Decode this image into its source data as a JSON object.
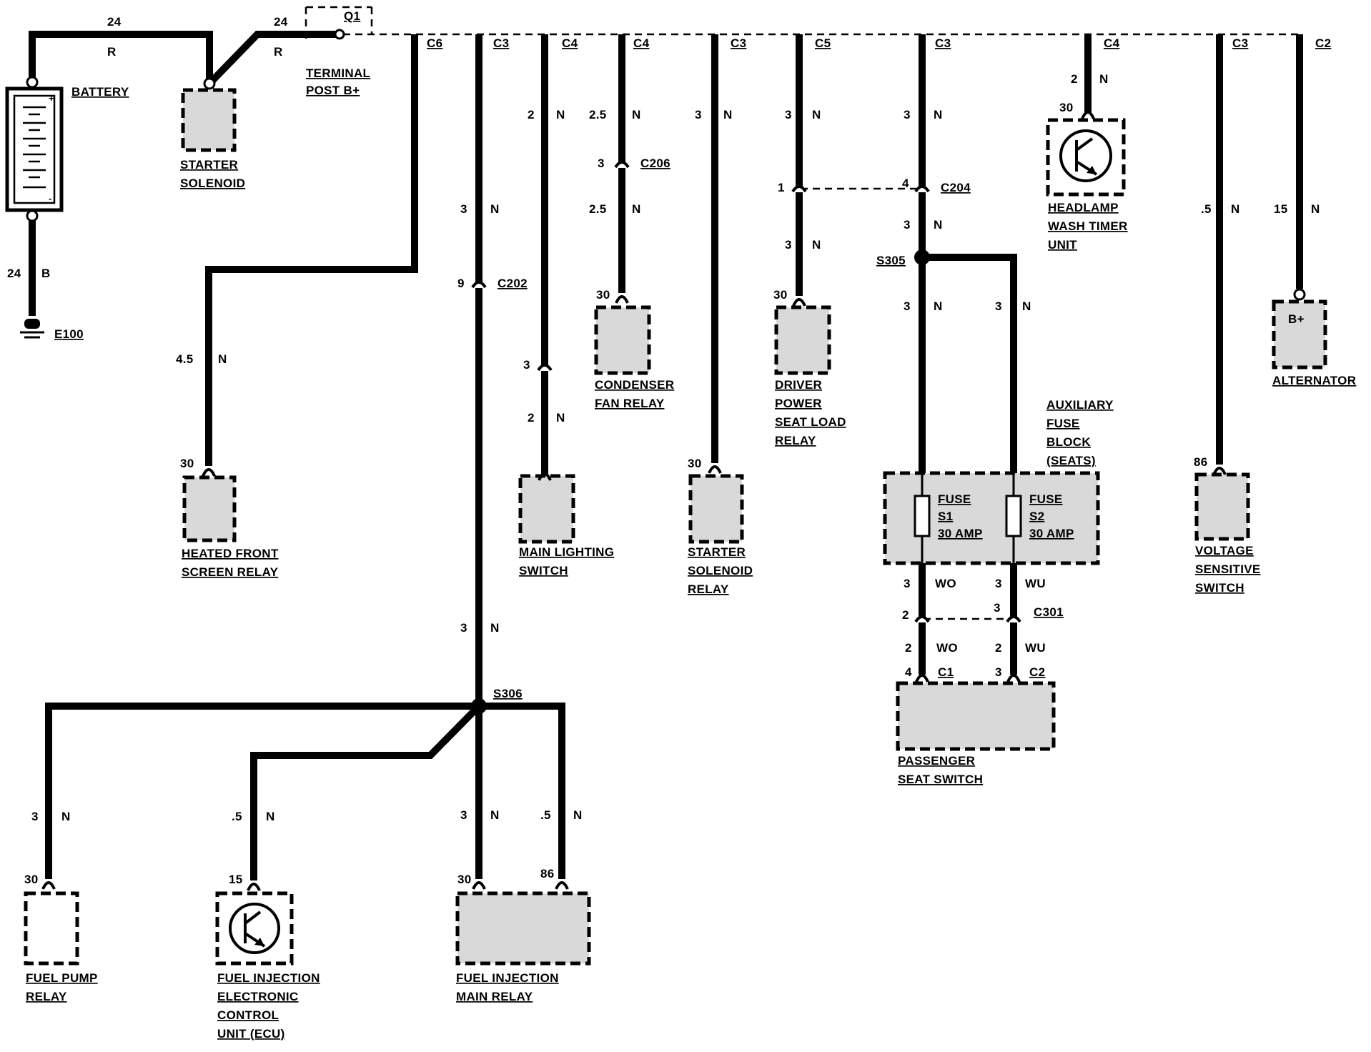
{
  "supply": {
    "battery_gauge": "24",
    "battery_color": "R",
    "b_plus_gauge": "24",
    "b_plus_color": "R",
    "ground_gauge": "24",
    "ground_color": "B",
    "ground_ref": "E100",
    "terminal_ref": "Q1"
  },
  "connectors": {
    "c6": "C6",
    "c3a": "C3",
    "c4a": "C4",
    "c4b": "C4",
    "c3b": "C3",
    "c5": "C5",
    "c3c": "C3",
    "c4c": "C4",
    "c3d": "C3",
    "c2": "C2",
    "c206": "C206",
    "c206_pin": "3",
    "c202": "C202",
    "c202_pin": "9",
    "c204": "C204",
    "c204_pin_left": "1",
    "c204_pin_right": "4",
    "c301": "C301",
    "c301_pin_left": "2",
    "c301_pin_right": "3",
    "ml_inline_pin": "3",
    "seat_c1": "C1",
    "seat_c1_pin": "4",
    "seat_c2": "C2",
    "seat_c2_pin": "3"
  },
  "splices": {
    "s305": "S305",
    "s306": "S306"
  },
  "components": {
    "battery": "BATTERY",
    "starter_solenoid": [
      "STARTER",
      "SOLENOID"
    ],
    "terminal_post": [
      "TERMINAL",
      "POST B+"
    ],
    "heated_front_screen_relay": [
      "HEATED FRONT",
      "SCREEN RELAY"
    ],
    "main_lighting_switch": [
      "MAIN LIGHTING",
      "SWITCH"
    ],
    "condenser_fan_relay": [
      "CONDENSER",
      "FAN RELAY"
    ],
    "starter_solenoid_relay": [
      "STARTER",
      "SOLENOID",
      "RELAY"
    ],
    "driver_power_seat_load_relay": [
      "DRIVER",
      "POWER",
      "SEAT LOAD",
      "RELAY"
    ],
    "headlamp_wash_timer_unit": [
      "HEADLAMP",
      "WASH TIMER",
      "UNIT"
    ],
    "auxiliary_fuse_block": [
      "AUXILIARY",
      "FUSE",
      "BLOCK",
      "(SEATS)"
    ],
    "fuse_s1": [
      "FUSE",
      "S1",
      "30 AMP"
    ],
    "fuse_s2": [
      "FUSE",
      "S2",
      "30 AMP"
    ],
    "passenger_seat_switch": [
      "PASSENGER",
      "SEAT SWITCH"
    ],
    "voltage_sensitive_switch": [
      "VOLTAGE",
      "SENSITIVE",
      "SWITCH"
    ],
    "alternator": "ALTERNATOR",
    "alternator_terminal": "B+",
    "fuel_pump_relay": [
      "FUEL PUMP",
      "RELAY"
    ],
    "fuel_injection_ecu": [
      "FUEL INJECTION",
      "ELECTRONIC",
      "CONTROL",
      "UNIT (ECU)"
    ],
    "fuel_injection_main_relay": [
      "FUEL INJECTION",
      "MAIN RELAY"
    ]
  },
  "pins": {
    "heated_front_screen": "30",
    "condenser_fan": "30",
    "starter_solenoid_relay": "30",
    "driver_power_seat": "30",
    "headlamp_wash": "30",
    "voltage_sensitive": "86",
    "fuel_pump": "30",
    "ecu": "15",
    "main_relay_a": "30",
    "main_relay_b": "86"
  },
  "wires": {
    "heated_front": {
      "gauge": "4.5",
      "color": "N"
    },
    "fuel_inj_trunk_upper": {
      "gauge": "3",
      "color": "N"
    },
    "fuel_inj_trunk_lower": {
      "gauge": "3",
      "color": "N"
    },
    "main_lighting_upper": {
      "gauge": "2",
      "color": "N"
    },
    "main_lighting_lower": {
      "gauge": "2",
      "color": "N"
    },
    "condenser_upper": {
      "gauge": "2.5",
      "color": "N"
    },
    "condenser_lower": {
      "gauge": "2.5",
      "color": "N"
    },
    "starter_relay": {
      "gauge": "3",
      "color": "N"
    },
    "driver_seat_upper": {
      "gauge": "3",
      "color": "N"
    },
    "driver_seat_lower": {
      "gauge": "3",
      "color": "N"
    },
    "aux_upper": {
      "gauge": "3",
      "color": "N"
    },
    "aux_mid": {
      "gauge": "3",
      "color": "N"
    },
    "aux_left": {
      "gauge": "3",
      "color": "N"
    },
    "aux_right": {
      "gauge": "3",
      "color": "N"
    },
    "fuse_s1_out": {
      "gauge": "3",
      "color": "WO"
    },
    "fuse_s2_out": {
      "gauge": "3",
      "color": "WU"
    },
    "seat_s1": {
      "gauge": "2",
      "color": "WO"
    },
    "seat_s2": {
      "gauge": "2",
      "color": "WU"
    },
    "headlamp": {
      "gauge": "2",
      "color": "N"
    },
    "voltage_switch": {
      "gauge": ".5",
      "color": "N"
    },
    "alternator": {
      "gauge": "15",
      "color": "N"
    },
    "fuel_pump": {
      "gauge": "3",
      "color": "N"
    },
    "ecu": {
      "gauge": ".5",
      "color": "N"
    },
    "main_relay_a": {
      "gauge": "3",
      "color": "N"
    },
    "main_relay_b": {
      "gauge": ".5",
      "color": "N"
    }
  }
}
